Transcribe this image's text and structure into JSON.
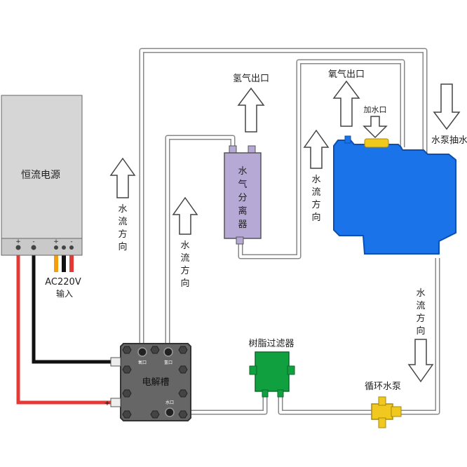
{
  "power_supply": {
    "label": "恒流电源",
    "terminal_plus": "+",
    "terminal_minus": "-",
    "ac_plus": "+",
    "ac_minus": "-",
    "ac_label": "AC220V",
    "ac_sublabel": "输入"
  },
  "electrolyzer": {
    "label": "电解槽",
    "port_oxygen": "氧口",
    "port_hydrogen": "氢口",
    "port_water": "水口",
    "terminal_minus": "-",
    "terminal_plus": "+"
  },
  "separator": {
    "chars": [
      "水",
      "气",
      "分",
      "离",
      "器"
    ],
    "hydrogen_outlet": "氢气出口"
  },
  "tank": {
    "oxygen_outlet": "氧气出口",
    "fill_port": "加水口",
    "pump_inlet": "水泵抽水"
  },
  "filter": {
    "label": "树脂过滤器"
  },
  "pump": {
    "label": "循环水泵"
  },
  "flow_chars": [
    "水",
    "流",
    "方",
    "向"
  ],
  "colors": {
    "tank": "#1a73e8",
    "separator": "#b7a9d6",
    "filter": "#10a040",
    "pump": "#f0c81e",
    "wire_red": "#e53935",
    "wire_black": "#111111",
    "wire_orange": "#f59e0b"
  }
}
